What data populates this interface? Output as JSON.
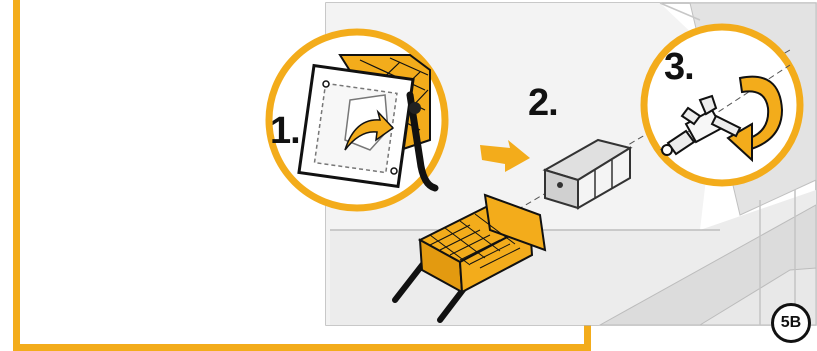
{
  "steps": [
    {
      "number": "1.",
      "icon": "step-1-remove-film-icon"
    },
    {
      "number": "2.",
      "icon": "step-2-insert-heater-icon"
    },
    {
      "number": "3.",
      "icon": "step-3-rotate-clockwise-icon"
    }
  ],
  "page_badge": "5B",
  "colors": {
    "accent": "#f3ac1b",
    "outline": "#111111",
    "wall": "#f2f2f2",
    "shadow": "#d9d9d9"
  }
}
